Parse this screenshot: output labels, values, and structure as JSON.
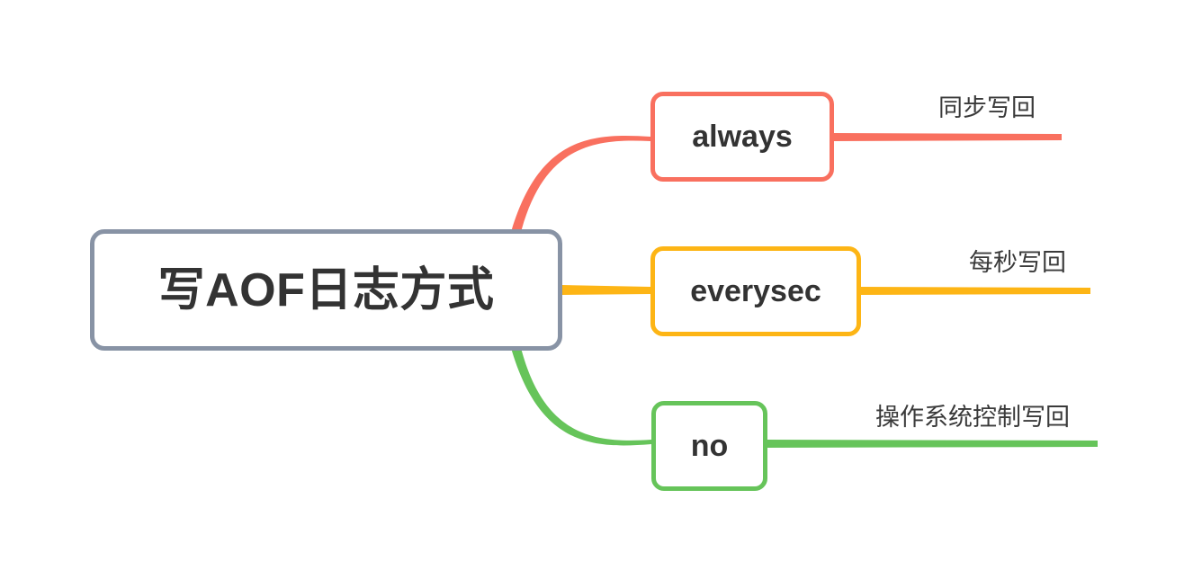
{
  "diagram": {
    "type": "mindmap",
    "orientation": "left-to-right",
    "background_color": "#ffffff",
    "root": {
      "label": "写AOF日志方式",
      "border_color": "#8893a5",
      "text_color": "#333333"
    },
    "branches": [
      {
        "id": "always",
        "label": "always",
        "color": "#f9705f",
        "connector": "curve-up",
        "leaf": {
          "label": "同步写回",
          "line_color": "#f9705f"
        }
      },
      {
        "id": "everysec",
        "label": "everysec",
        "color": "#fdb515",
        "connector": "straight",
        "leaf": {
          "label": "每秒写回",
          "line_color": "#fdb515"
        }
      },
      {
        "id": "no",
        "label": "no",
        "color": "#66c45a",
        "connector": "curve-down",
        "leaf": {
          "label": "操作系统控制写回",
          "line_color": "#66c45a"
        }
      }
    ]
  }
}
